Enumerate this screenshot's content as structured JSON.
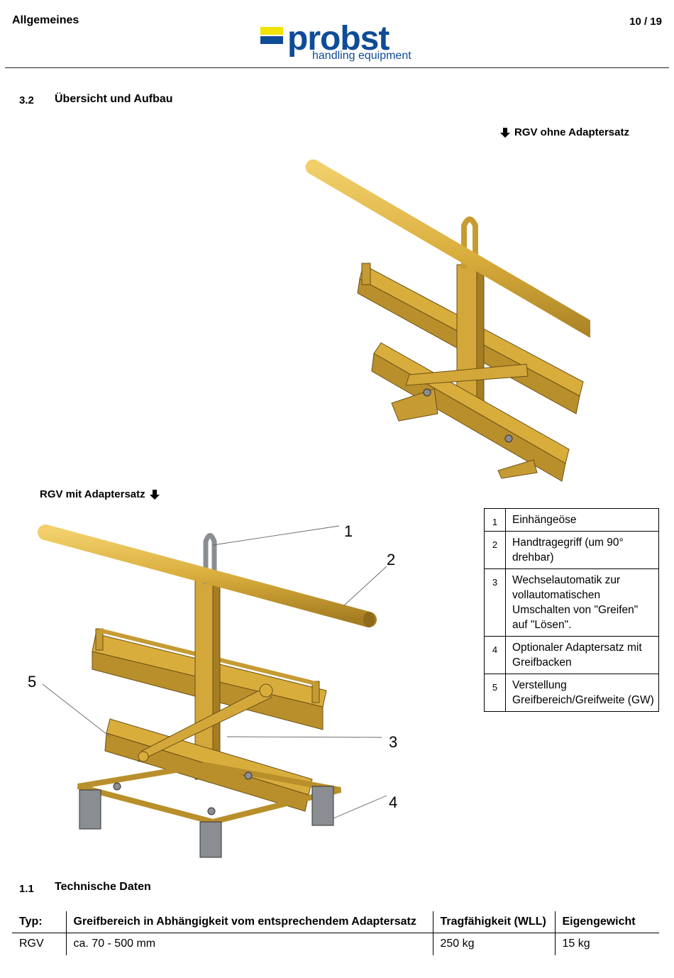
{
  "header": {
    "section": "Allgemeines",
    "page": "10 / 19",
    "logo_text": "probst",
    "logo_tagline": "handling equipment",
    "brand_color": "#0f4c97",
    "accent_color": "#f3e300"
  },
  "section_overview": {
    "number": "3.2",
    "title": "Übersicht und Aufbau"
  },
  "figure_top": {
    "caption": "RGV ohne Adaptersatz",
    "arrow_icon": "arrow-down-icon"
  },
  "figure_bottom": {
    "caption": "RGV mit Adaptersatz",
    "arrow_icon": "arrow-down-icon",
    "callouts": [
      "1",
      "2",
      "3",
      "4",
      "5"
    ]
  },
  "legend": [
    {
      "num": "1",
      "text": "Einhängeöse"
    },
    {
      "num": "2",
      "text": "Handtragegriff (um 90° drehbar)"
    },
    {
      "num": "3",
      "text": "Wechselautomatik zur vollautomatischen Umschalten von \"Greifen\" auf \"Lösen\"."
    },
    {
      "num": "4",
      "text": "Optionaler Adaptersatz mit Greifbacken"
    },
    {
      "num": "5",
      "text": "Verstellung Greifbereich/Greifweite (GW)"
    }
  ],
  "section_tech": {
    "number": "1.1",
    "title": "Technische Daten"
  },
  "tech_table": {
    "headers": [
      "Typ:",
      "Greifbereich in Abhängigkeit vom entsprechendem Adaptersatz",
      "Tragfähigkeit (WLL)",
      "Eigengewicht"
    ],
    "rows": [
      [
        "RGV",
        "ca. 70 - 500 mm",
        "250 kg",
        "15 kg"
      ]
    ]
  },
  "colors": {
    "device_yellow": "#d9ad3c",
    "device_dark": "#a57d22",
    "device_grey": "#8a8d92"
  }
}
